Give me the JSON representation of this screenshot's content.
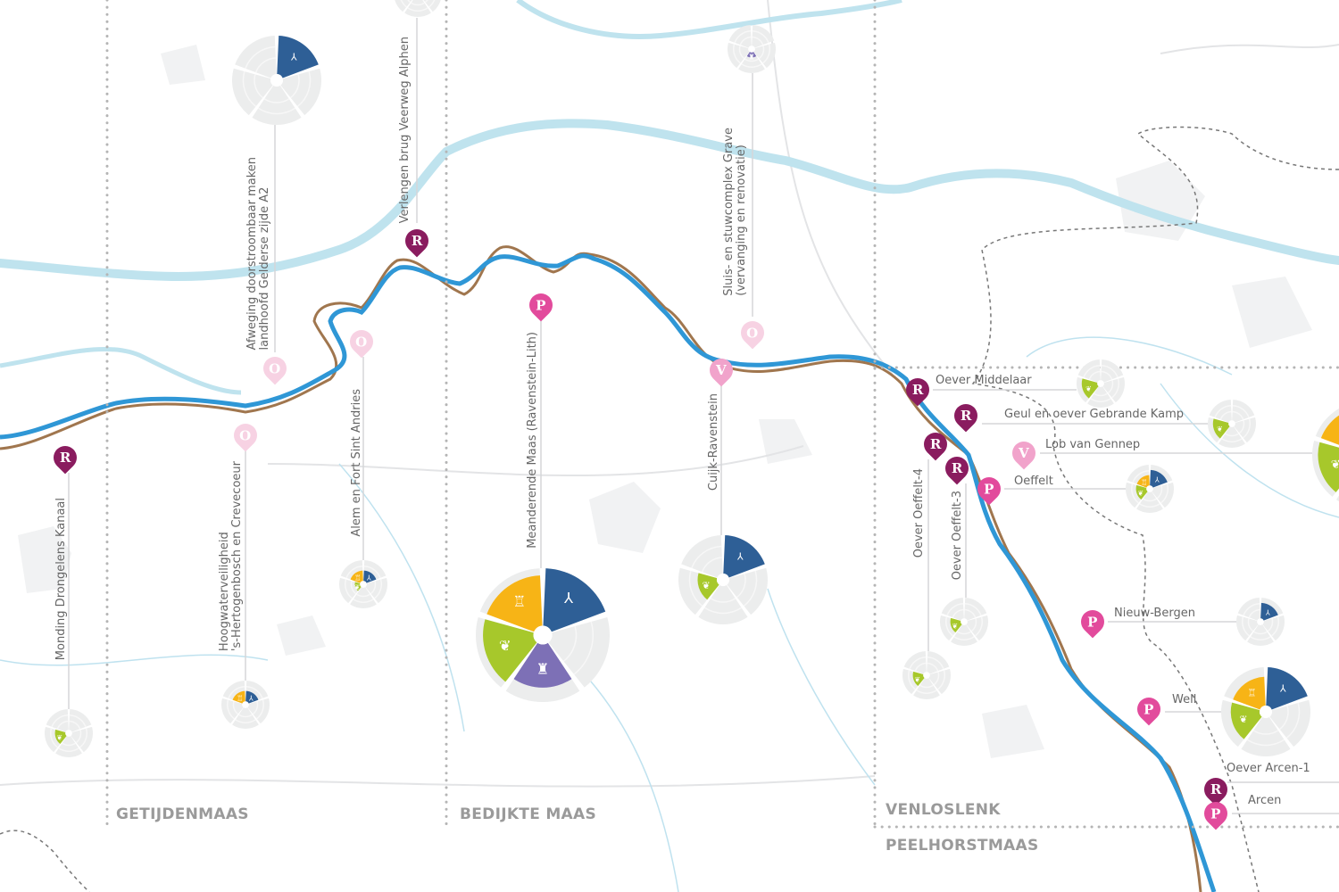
{
  "regions": [
    "GETIJDENMAAS",
    "BEDIJKTE MAAS",
    "VENLOSLENK",
    "PEELHORSTMAAS"
  ],
  "marker_colors": {
    "R": "#8a1c5f",
    "P": "#e24b9c",
    "V": "#f1a3cb",
    "O": "#f7d2e3"
  },
  "score_colors": [
    "#2e5f96",
    "#e4e5e7",
    "#7d70b6",
    "#a7c82b",
    "#f7b416"
  ],
  "score_icons": [
    "network-icon",
    "empty",
    "heritage-icon",
    "leaf-icon",
    "tooth-icon"
  ],
  "projects": [
    {
      "name": "Monding Drongelens Kanaal",
      "marker": "R",
      "scores": [
        0,
        0,
        0,
        2,
        0
      ]
    },
    {
      "name": "Hoogwaterveiligheid",
      "name2": "'s-Hertogenbosch en Crevecoeur",
      "marker": "O",
      "scores": [
        2,
        0,
        0,
        0,
        2
      ]
    },
    {
      "name": "Alem en Fort Sint Andries",
      "marker": "O",
      "scores": [
        2,
        0,
        0,
        1,
        2
      ]
    },
    {
      "name": "Afweging doorstroombaar maken",
      "name2": "landhoofd Gelderse zijde A2",
      "marker": "O",
      "scores": [
        4,
        0,
        0,
        0,
        0
      ]
    },
    {
      "name": "Verlengen brug Veerweg Alphen",
      "marker": "R",
      "scores": [
        0,
        0,
        0,
        0,
        0
      ]
    },
    {
      "name": "Meanderende Maas (Ravenstein-Lith)",
      "marker": "P",
      "scores": [
        4,
        0,
        3,
        3.5,
        3.5
      ]
    },
    {
      "name": "Sluis- en stuwcomplex Grave",
      "name2": "(vervanging en renovatie)",
      "marker": "O",
      "scores": [
        0,
        0,
        1,
        0,
        0
      ]
    },
    {
      "name": "Cuijk-Ravenstein",
      "marker": "V",
      "scores": [
        4,
        0,
        0,
        2,
        0
      ]
    },
    {
      "name": "Oever Middelaar",
      "marker": "R",
      "scores": [
        0,
        0,
        0,
        3,
        0
      ]
    },
    {
      "name": "Geul en oever Gebrande Kamp",
      "marker": "R",
      "scores": [
        0,
        0,
        0,
        3,
        0
      ]
    },
    {
      "name": "Lob van Gennep",
      "marker": "V",
      "scores": [
        0,
        0,
        0,
        3.5,
        3.5
      ]
    },
    {
      "name": "Oeffelt",
      "marker": "P",
      "scores": [
        3,
        0,
        0,
        2,
        2
      ]
    },
    {
      "name": "Oever Oeffelt-4",
      "marker": "R",
      "scores": [
        0,
        0,
        0,
        2,
        0
      ]
    },
    {
      "name": "Oever Oeffelt-3",
      "marker": "R",
      "scores": [
        0,
        0,
        0,
        2,
        0
      ]
    },
    {
      "name": "Nieuw-Bergen",
      "marker": "P",
      "scores": [
        3,
        0,
        0,
        0,
        0
      ]
    },
    {
      "name": "Well",
      "marker": "P",
      "scores": [
        4,
        0,
        0,
        3,
        3
      ]
    },
    {
      "name": "Oever Arcen-1",
      "marker": "R",
      "scores": [
        0,
        0,
        0,
        3,
        0
      ]
    },
    {
      "name": "Arcen",
      "marker": "P",
      "scores": null
    }
  ]
}
